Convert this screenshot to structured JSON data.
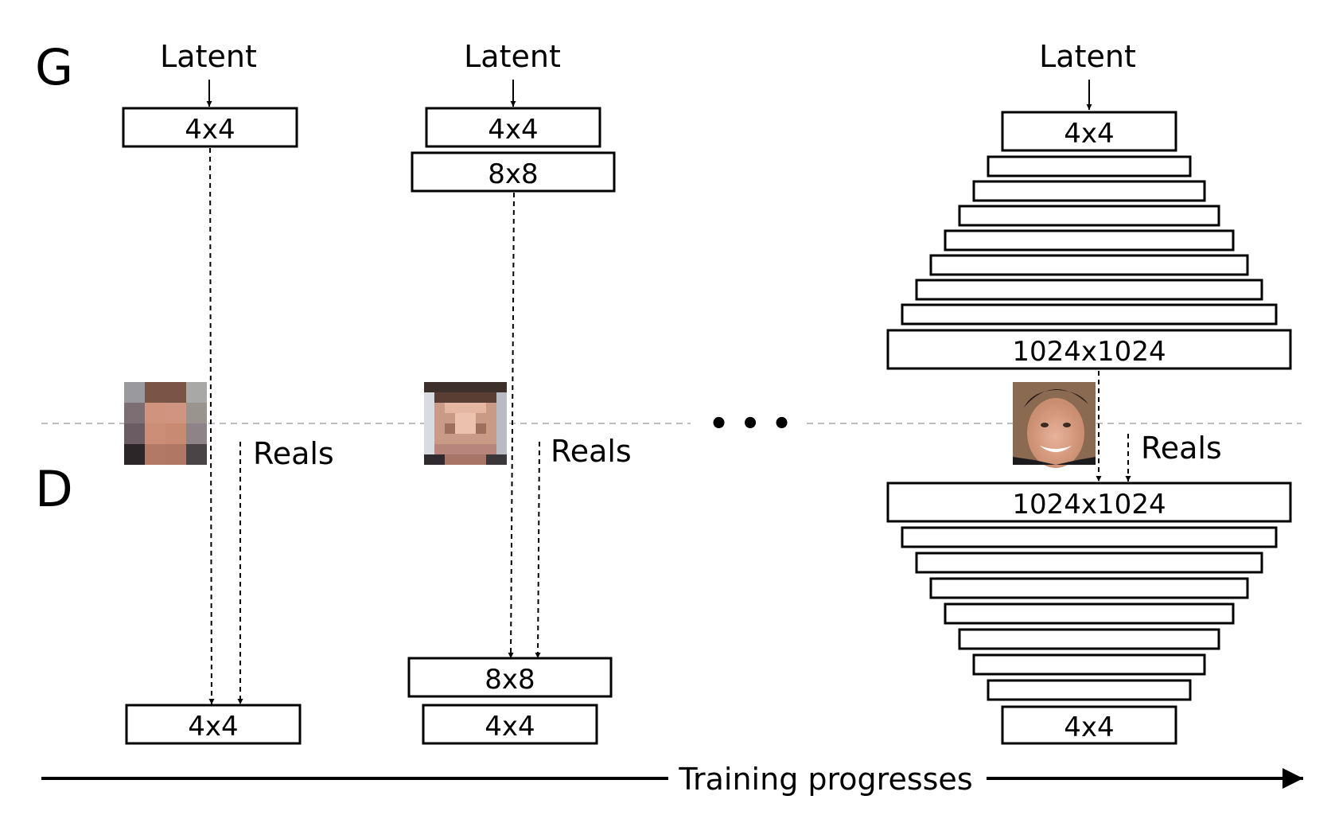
{
  "labels": {
    "generator": "G",
    "discriminator": "D",
    "latent": "Latent",
    "reals": "Reals",
    "ellipsis": "• • •",
    "training": "Training progresses"
  },
  "stages": [
    {
      "g_blocks": [
        "4x4"
      ],
      "d_blocks": [
        "4x4"
      ]
    },
    {
      "g_blocks": [
        "4x4",
        "8x8"
      ],
      "d_blocks": [
        "8x8",
        "4x4"
      ]
    },
    {
      "g_blocks": [
        "4x4",
        "",
        "",
        "",
        "",
        "",
        "",
        "",
        "1024x1024"
      ],
      "d_blocks": [
        "1024x1024",
        "",
        "",
        "",
        "",
        "",
        "",
        "",
        "4x4"
      ]
    }
  ],
  "colors": {
    "line": "#000000",
    "divider": "#bdbdbd"
  }
}
